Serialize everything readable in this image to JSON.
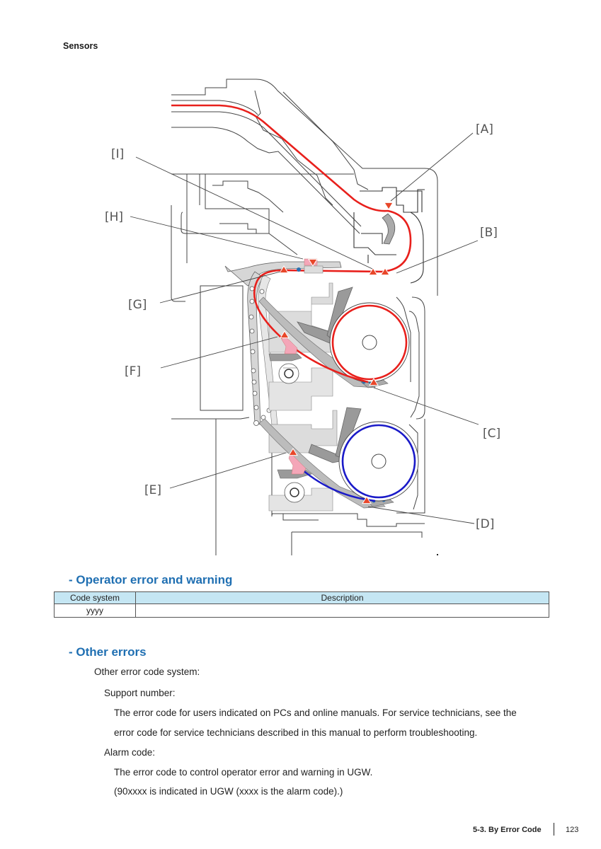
{
  "page": {
    "section_label": "Sensors",
    "footer": {
      "section": "5-3. By Error Code",
      "page_number": "123"
    }
  },
  "diagram": {
    "callouts": [
      {
        "id": "A",
        "label": "[A]"
      },
      {
        "id": "B",
        "label": "[B]"
      },
      {
        "id": "C",
        "label": "[C]"
      },
      {
        "id": "D",
        "label": "[D]"
      },
      {
        "id": "E",
        "label": "[E]"
      },
      {
        "id": "F",
        "label": "[F]"
      },
      {
        "id": "G",
        "label": "[G]"
      },
      {
        "id": "H",
        "label": "[H]"
      },
      {
        "id": "I",
        "label": "[I]"
      }
    ],
    "colors": {
      "paper_path_upper": "#e8201c",
      "paper_path_lower": "#1a1ac8",
      "sensor_marker": "#e8472a",
      "sensor_highlight": "#f4a6b8",
      "part_fill": "#d9d9d9",
      "part_dark": "#9a9a9a",
      "outline": "#333333"
    }
  },
  "sections": {
    "operator": {
      "heading": "- Operator error and warning",
      "table": {
        "headers": [
          "Code system",
          "Description"
        ],
        "rows": [
          [
            "yyyy",
            ""
          ]
        ]
      }
    },
    "other": {
      "heading": "- Other errors",
      "intro": "Other error code system:",
      "support_label": "Support number:",
      "support_text_1": "The error code for users indicated on PCs and online manuals. For service technicians, see the",
      "support_text_2": "error code for service technicians described in this manual to perform troubleshooting.",
      "alarm_label": "Alarm code:",
      "alarm_text_1": "The error code to control operator error and warning in UGW.",
      "alarm_text_2": "(90xxxx is indicated in UGW (xxxx is the alarm code).)"
    }
  }
}
